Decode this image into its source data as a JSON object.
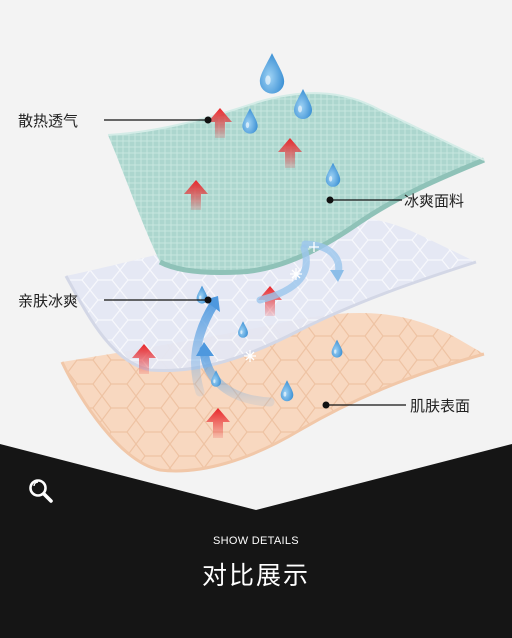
{
  "labels": {
    "breathable": "散热透气",
    "cool_fabric": "冰爽面料",
    "skin_cool": "亲肤冰爽",
    "skin_surface": "肌肤表面"
  },
  "footer": {
    "subtitle_en": "SHOW DETAILS",
    "title_cn": "对比展示"
  },
  "icons": {
    "footer_icon": "magnifier-icon",
    "drops": "water-drop-icon",
    "heat": "heat-arrow-icon",
    "airflow": "airflow-arrow-icon",
    "frost": "snowflake-icon"
  },
  "colors": {
    "background": "#f3f3f3",
    "band": "#151515",
    "top_layer": "#a9d4cc",
    "middle_layer": "#e3e6f2",
    "bottom_layer": "#f7d6bd",
    "heat_arrow": "#e0282b",
    "drop": "#3b9ad9"
  }
}
